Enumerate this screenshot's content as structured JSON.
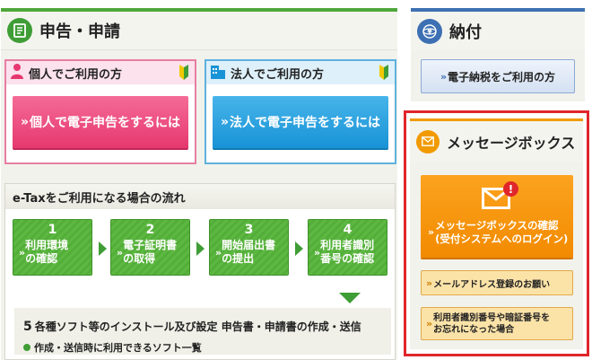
{
  "shinkoku": {
    "title": "申告・申請",
    "kojin": {
      "title": "個人でご利用の方",
      "button": "個人で電子申告をするには"
    },
    "hojin": {
      "title": "法人でご利用の方",
      "button": "法人で電子申告をするには"
    },
    "flow": {
      "title": "e-Taxをご利用になる場合の流れ",
      "steps": [
        {
          "num": "1",
          "line1": "利用環境",
          "line2": "の確認"
        },
        {
          "num": "2",
          "line1": "電子証明書",
          "line2": "の取得"
        },
        {
          "num": "3",
          "line1": "開始届出書",
          "line2": "の提出"
        },
        {
          "num": "4",
          "line1": "利用者識別",
          "line2": "番号の確認"
        }
      ],
      "step5_num": "5",
      "step5_text": "各種ソフト等のインストール及び設定 申告書・申請書の作成・送信",
      "software_link": "作成・送信時に利用できるソフト一覧"
    }
  },
  "nofu": {
    "title": "納付",
    "button": "電子納税をご利用の方"
  },
  "messagebox": {
    "title": "メッセージボックス",
    "main_line1": "メッセージボックスの確認",
    "main_line2": "(受付システムへのログイン)",
    "excl": "!",
    "mail_button": "メールアドレス登録のお願い",
    "forgot_line1": "利用者識別番号や暗証番号を",
    "forgot_line2": "お忘れになった場合"
  },
  "icons": {
    "shinkoku": "document-icon",
    "nofu": "globe-yen-icon",
    "messagebox": "envelope-icon",
    "kojin": "person-icon",
    "hojin": "building-icon",
    "beginner": "beginner-mark-icon"
  },
  "colors": {
    "green": "#3f9d35",
    "pink": "#e6386f",
    "blue": "#1893d6",
    "orange": "#f28a00",
    "highlight_red": "#e0262b"
  }
}
